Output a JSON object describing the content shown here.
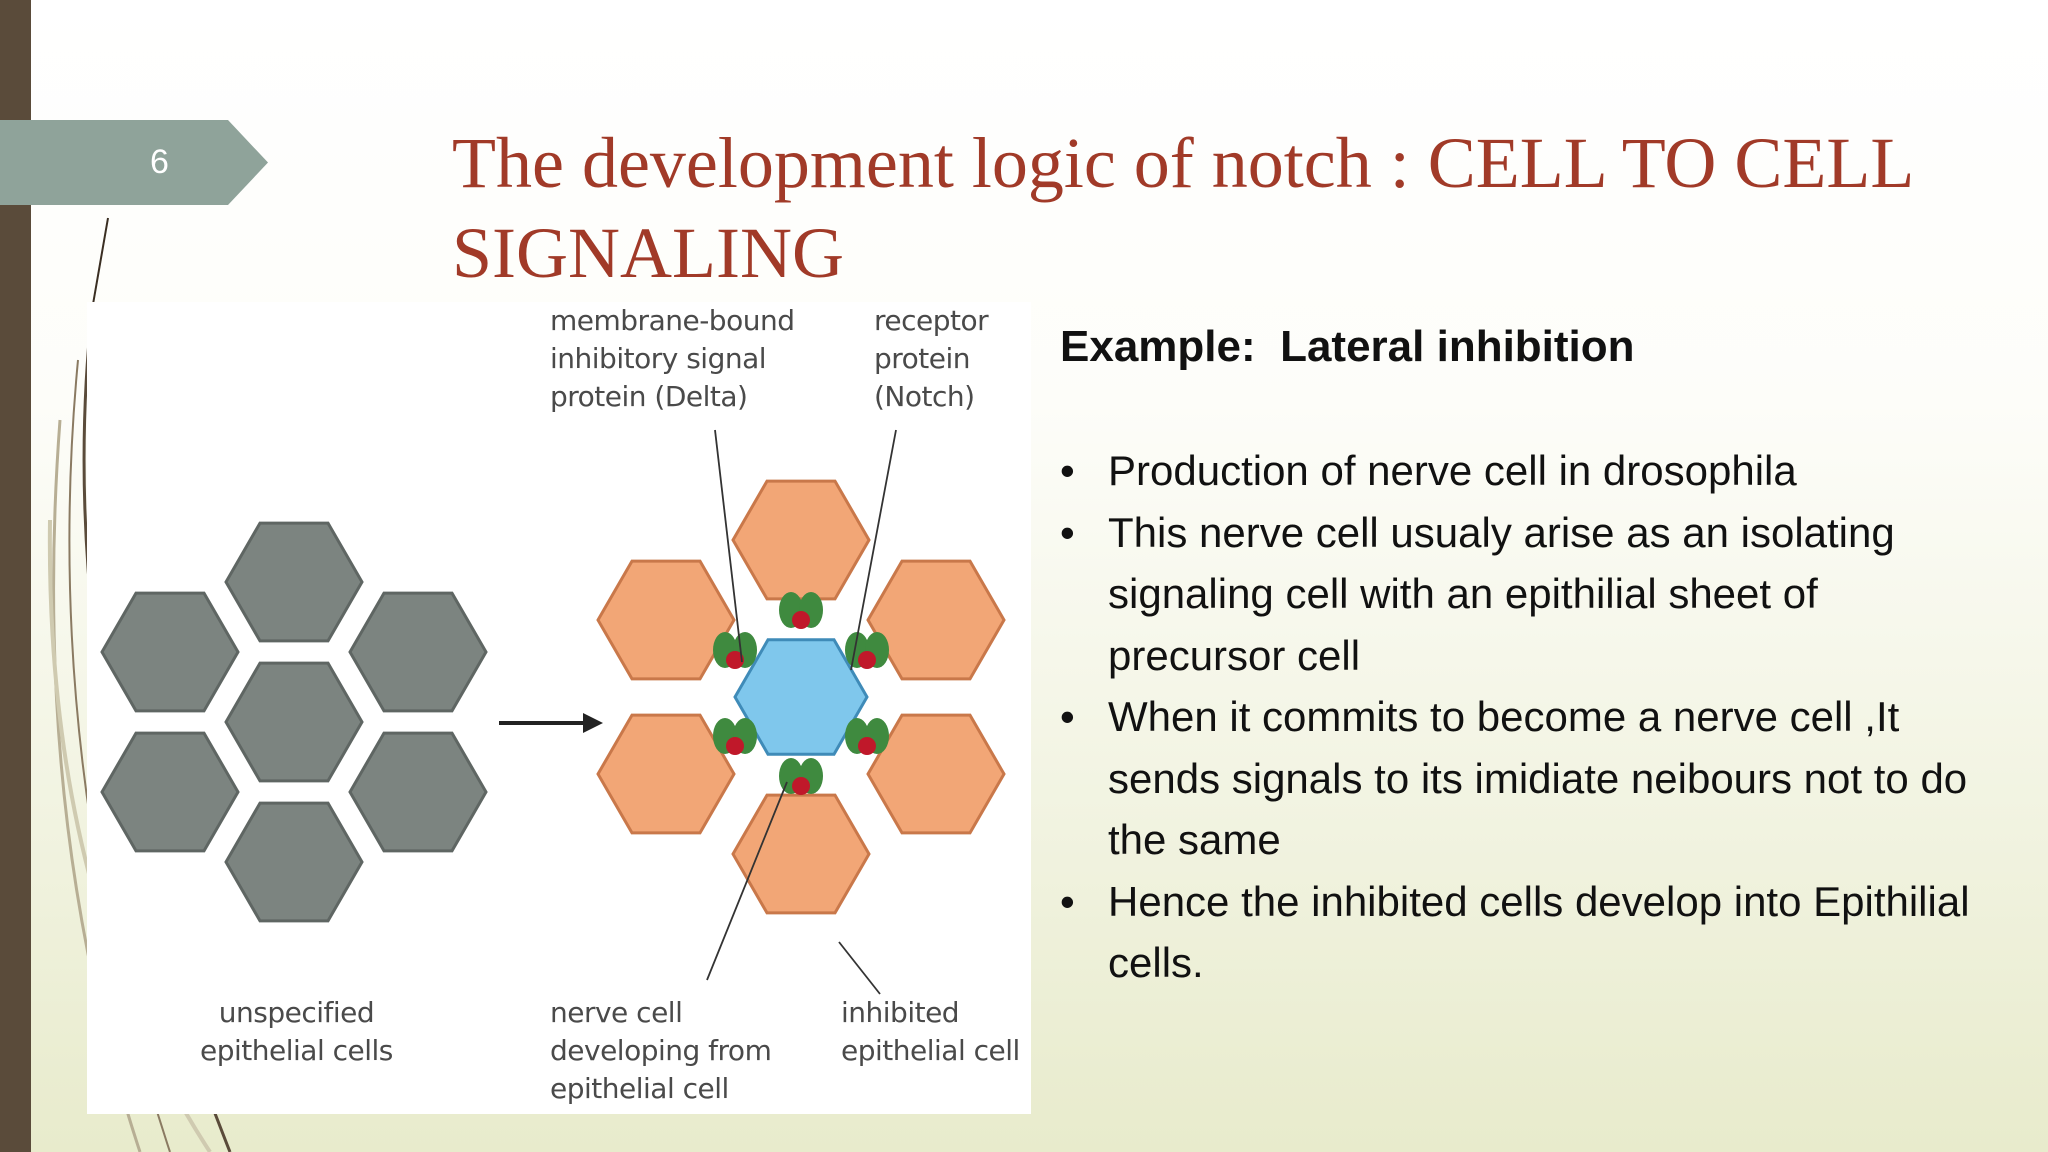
{
  "slide": {
    "page_number": "6",
    "title": "The development logic of notch : CELL TO CELL SIGNALING",
    "colors": {
      "title": "#a13a28",
      "page_tab": "#8fa39a",
      "left_bar": "#5a4b3a"
    }
  },
  "diagram": {
    "labels": {
      "delta": [
        "membrane-bound",
        "inhibitory signal",
        "protein (Delta)"
      ],
      "notch": [
        "receptor",
        "protein",
        "(Notch)"
      ],
      "unspecified": [
        "unspecified",
        "epithelial cells"
      ],
      "nerve": [
        "nerve cell",
        "developing from",
        "epithelial cell"
      ],
      "inhibited": [
        "inhibited",
        "epithelial cell"
      ]
    },
    "colors": {
      "unspecified_cell": "#7c8480",
      "inhibited_cell": "#f2a676",
      "nerve_cell": "#7fc7ec",
      "receptor": "#3f8a3f",
      "signal": "#c0182a"
    }
  },
  "content": {
    "heading": "Example:  Lateral inhibition",
    "bullet_symbol": "•",
    "bullets": [
      "Production of nerve cell in drosophila",
      "This nerve cell usualy arise as an isolating signaling cell with an epithilial sheet of precursor cell",
      "When it commits to become a nerve cell ,It sends signals to its imidiate neibours not to do the same",
      "Hence the inhibited cells develop into Epithilial cells."
    ]
  }
}
